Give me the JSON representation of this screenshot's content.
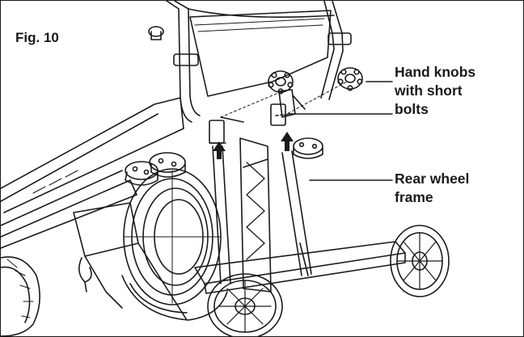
{
  "figure": {
    "label": "Fig. 10",
    "callouts": [
      {
        "id": "hand-knobs",
        "text": "Hand knobs\nwith short\nbolts"
      },
      {
        "id": "rear-wheel-frame",
        "text": "Rear wheel\nframe"
      }
    ]
  },
  "colors": {
    "line": "#1a1a1a",
    "background": "#ffffff"
  }
}
